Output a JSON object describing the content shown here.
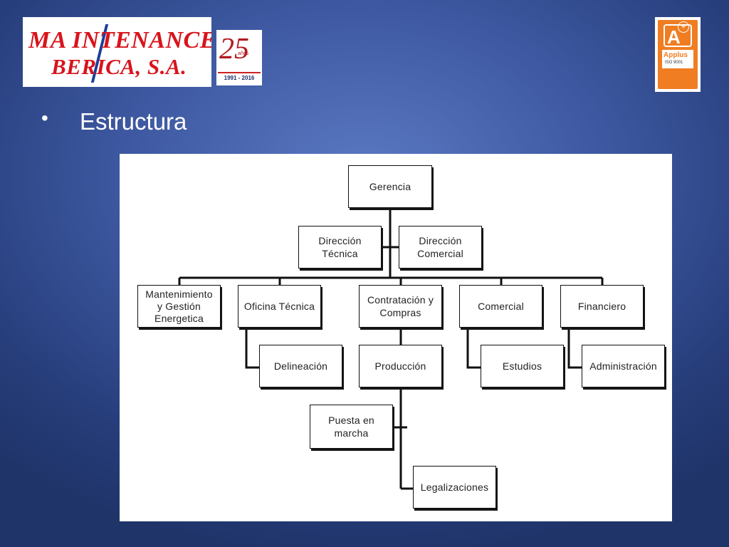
{
  "header": {
    "logo_line1": "MA INTENANCE",
    "logo_line2": "BERICA, S.A.",
    "anniversary_number": "25",
    "anniversary_anos": "años",
    "anniversary_years": "1991 - 2016",
    "cert_brand": "Applus",
    "cert_iso": "ISO 9001"
  },
  "slide": {
    "bullet": "•",
    "title": "Estructura"
  },
  "org_chart": {
    "root": "Gerencia",
    "staff": [
      "Dirección\nTécnica",
      "Dirección\nComercial"
    ],
    "departments": [
      "Mantenimiento\ny Gestión\nEnergetica",
      "Oficina Técnica",
      "Contratación y\nCompras",
      "Comercial",
      "Financiero"
    ],
    "sub_units": [
      "Delineación",
      "Producción",
      "Estudios",
      "Administración"
    ],
    "production_units": [
      "Puesta en\nmarcha",
      "Legalizaciones"
    ]
  }
}
